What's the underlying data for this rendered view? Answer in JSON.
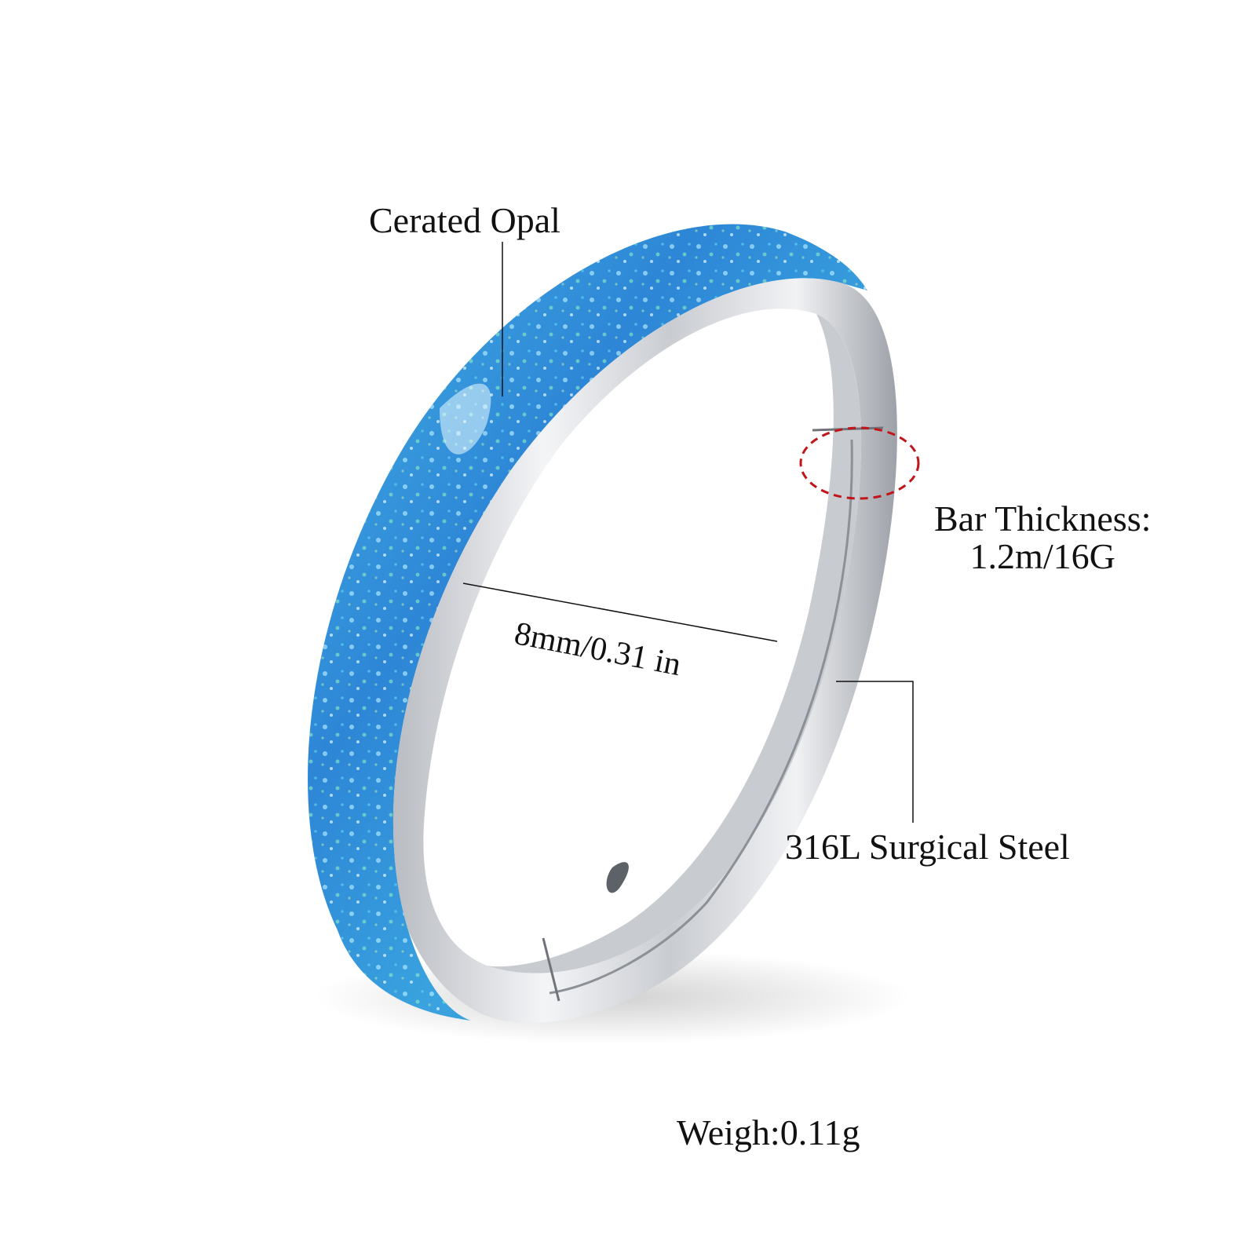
{
  "product": {
    "opal_color": "#2f8fd6",
    "opal_highlight": "#7fd4ec",
    "steel_color": "#d7d9dd",
    "steel_shadow": "#8a8d93",
    "hinge_marker_color": "#c0161b"
  },
  "callouts": {
    "opal_label": "Cerated Opal",
    "bar_thickness_line1": "Bar Thickness:",
    "bar_thickness_line2": "1.2m/16G",
    "diameter_label": "8mm/0.31 in",
    "steel_label": "316L Surgical Steel",
    "weight_label": "Weigh:0.11g"
  }
}
